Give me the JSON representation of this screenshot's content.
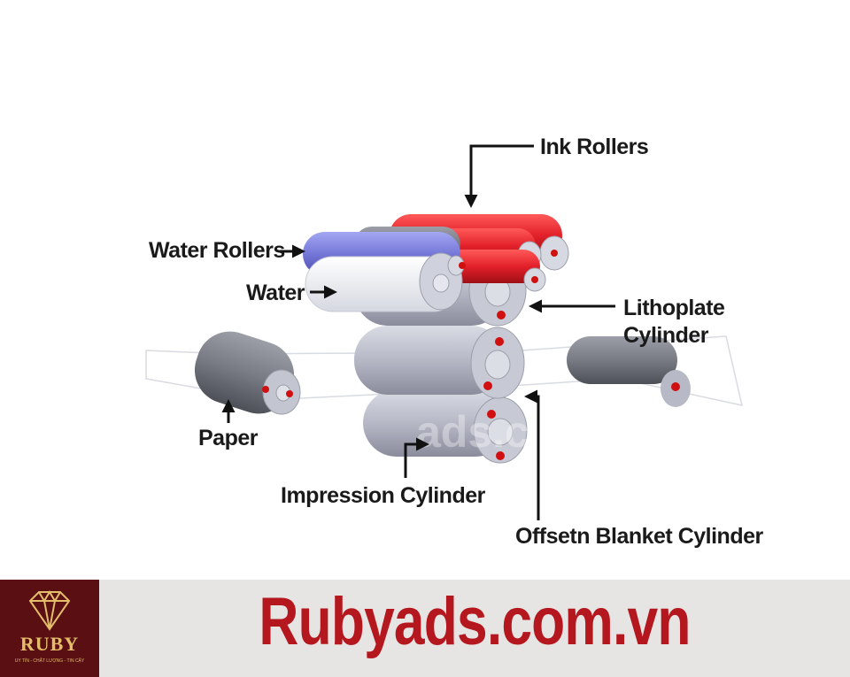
{
  "diagram": {
    "labels": {
      "ink_rollers": "Ink Rollers",
      "water_rollers": "Water Rollers",
      "water": "Water",
      "lithoplate_line1": "Lithoplate",
      "lithoplate_line2": "Cylinder",
      "paper": "Paper",
      "impression_cylinder": "Impression Cylinder",
      "offset_blanket_cylinder": "Offsetn Blanket Cylinder"
    },
    "watermark": "ads.c",
    "colors": {
      "ink_roller": "#d8202a",
      "water_roller": "#7b7ee0",
      "cylinder": "#b7b9c6",
      "dark_roller": "#787a84",
      "axle_dot": "#d01010",
      "label": "#1a1a1a"
    }
  },
  "footer": {
    "logo_text": "RUBY",
    "logo_tagline": "UY TÍN - CHẤT LƯỢNG - TIN CẬY",
    "site_name": "Rubyads.com.vn",
    "colors": {
      "logo_bg": "#5a0f12",
      "gold": "#e3bd6a",
      "brand_red": "#b5171f",
      "footer_bg": "#e7e5e3"
    }
  }
}
